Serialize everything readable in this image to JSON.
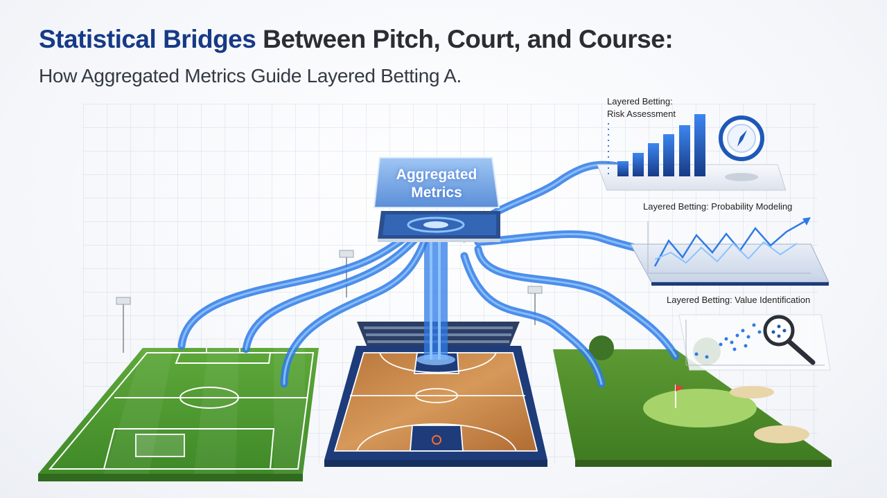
{
  "title": {
    "accent": "Statistical Bridges",
    "rest": "Between Pitch, Court, and Course:"
  },
  "subtitle": "How Aggregated Metrics Guide Layered Betting A.",
  "hub": {
    "line1": "Aggregated",
    "line2": "Metrics"
  },
  "panels": {
    "risk": {
      "line1": "Layered Betting:",
      "line2": "Risk Assessment"
    },
    "probability": {
      "label": "Layered Betting: Probability Modeling"
    },
    "value": {
      "label": "Layered Betting: Value Identification"
    }
  },
  "fields": [
    "soccer-pitch",
    "basketball-court",
    "golf-course"
  ],
  "colors": {
    "accent": "#173a86",
    "stream": "#2f7be6",
    "stream_light": "#8cc2ff",
    "pitch": "#4e9a2f",
    "court_wood": "#c98a4a",
    "court_border": "#1e3c7a",
    "golf_green": "#6fae3c"
  },
  "icons": [
    "compass-gauge-icon",
    "magnifier-icon",
    "floodlight-icon"
  ]
}
